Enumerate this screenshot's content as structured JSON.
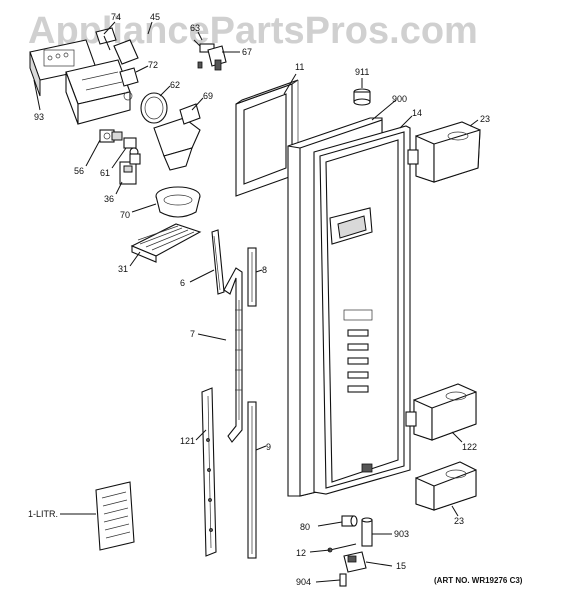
{
  "watermark": "AppliancePartsPros.com",
  "art_number": "(ART NO. WR19276 C3)",
  "callouts": [
    {
      "id": "74",
      "label": "74"
    },
    {
      "id": "45",
      "label": "45"
    },
    {
      "id": "63",
      "label": "63"
    },
    {
      "id": "67",
      "label": "67"
    },
    {
      "id": "72",
      "label": "72"
    },
    {
      "id": "62",
      "label": "62"
    },
    {
      "id": "69",
      "label": "69"
    },
    {
      "id": "93",
      "label": "93"
    },
    {
      "id": "56",
      "label": "56"
    },
    {
      "id": "61",
      "label": "61"
    },
    {
      "id": "36",
      "label": "36"
    },
    {
      "id": "70",
      "label": "70"
    },
    {
      "id": "31",
      "label": "31"
    },
    {
      "id": "11",
      "label": "11"
    },
    {
      "id": "911",
      "label": "911"
    },
    {
      "id": "900",
      "label": "900"
    },
    {
      "id": "14",
      "label": "14"
    },
    {
      "id": "23a",
      "label": "23"
    },
    {
      "id": "6",
      "label": "6"
    },
    {
      "id": "8",
      "label": "8"
    },
    {
      "id": "7",
      "label": "7"
    },
    {
      "id": "121",
      "label": "121"
    },
    {
      "id": "9",
      "label": "9"
    },
    {
      "id": "122",
      "label": "122"
    },
    {
      "id": "23b",
      "label": "23"
    },
    {
      "id": "1-litr",
      "label": "1-LITR."
    },
    {
      "id": "80",
      "label": "80"
    },
    {
      "id": "903",
      "label": "903"
    },
    {
      "id": "12",
      "label": "12"
    },
    {
      "id": "15",
      "label": "15"
    },
    {
      "id": "904",
      "label": "904"
    }
  ]
}
